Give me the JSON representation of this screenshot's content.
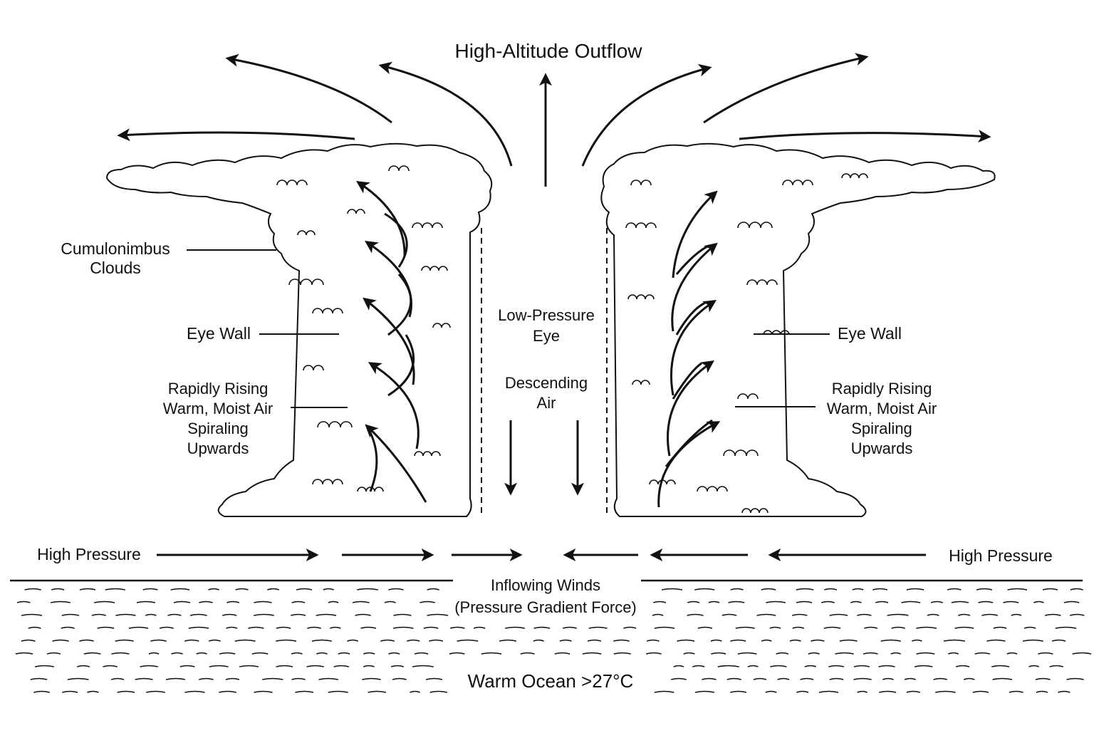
{
  "title": "High-Altitude Outflow",
  "labels": {
    "cumulonimbus": "Cumulonimbus\nClouds",
    "eye_wall_left": "Eye Wall",
    "eye_wall_right": "Eye Wall",
    "rising_air_left": "Rapidly Rising\nWarm, Moist Air\nSpiraling\nUpwards",
    "rising_air_right": "Rapidly Rising\nWarm, Moist Air\nSpiraling\nUpwards",
    "eye": "Low-Pressure\nEye",
    "descending": "Descending\nAir",
    "high_pressure_left": "High Pressure",
    "high_pressure_right": "High Pressure",
    "inflow": "Inflowing Winds\n(Pressure Gradient Force)",
    "ocean": "Warm Ocean >27°C"
  },
  "colors": {
    "ink": "#111111",
    "background": "#ffffff"
  }
}
